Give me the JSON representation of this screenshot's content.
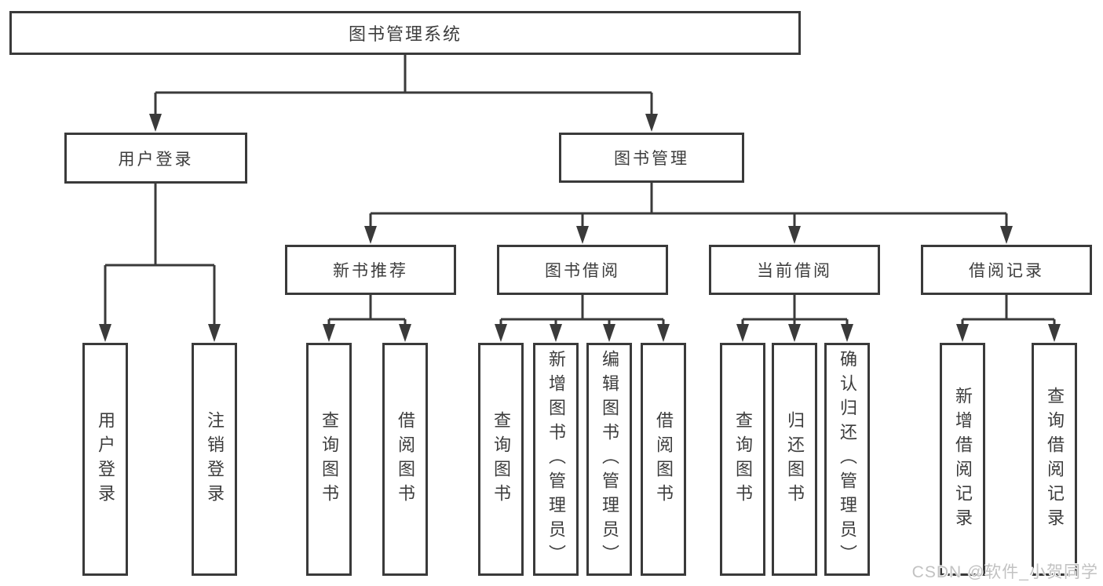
{
  "tree": {
    "root": {
      "label": "图书管理系统"
    },
    "branches": [
      {
        "label": "用户登录",
        "children": [
          {
            "label": "用户登录"
          },
          {
            "label": "注销登录"
          }
        ]
      },
      {
        "label": "图书管理",
        "children": [
          {
            "label": "新书推荐",
            "children": [
              {
                "label": "查询图书"
              },
              {
                "label": "借阅图书"
              }
            ]
          },
          {
            "label": "图书借阅",
            "children": [
              {
                "label": "查询图书"
              },
              {
                "label": "新增图书（管理员）"
              },
              {
                "label": "编辑图书（管理员）"
              },
              {
                "label": "借阅图书"
              }
            ]
          },
          {
            "label": "当前借阅",
            "children": [
              {
                "label": "查询图书"
              },
              {
                "label": "归还图书"
              },
              {
                "label": "确认归还（管理员）"
              }
            ]
          },
          {
            "label": "借阅记录",
            "children": [
              {
                "label": "新增借阅记录"
              },
              {
                "label": "查询借阅记录"
              }
            ]
          }
        ]
      }
    ]
  },
  "watermark": {
    "text": "CSDN @软件_小贺同学"
  },
  "colors": {
    "line": "#3a3a3a",
    "text": "#3d3d3d",
    "background": "#ffffff",
    "watermark": "#c2c2c2"
  }
}
